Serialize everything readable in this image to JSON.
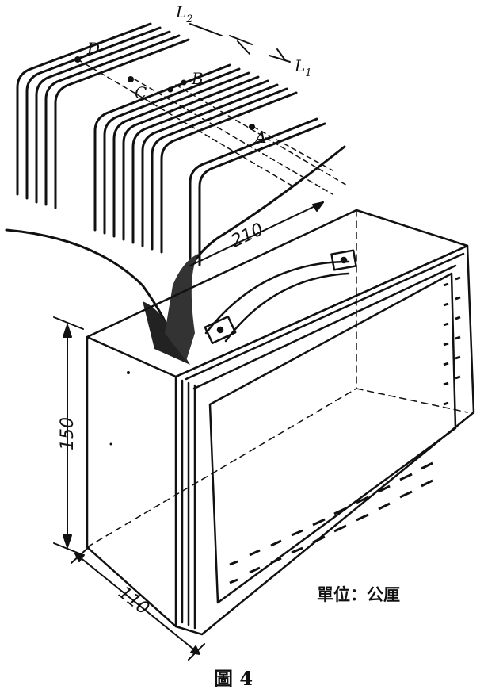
{
  "labels": {
    "D": "D",
    "C": "C",
    "B": "B",
    "A": "A",
    "L2_main": "L",
    "L2_sub": "2",
    "L1_main": "L",
    "L1_sub": "1"
  },
  "dimensions": {
    "length": "210",
    "height": "150",
    "depth": "110"
  },
  "units": "單位：公厘",
  "caption": "圖 4"
}
